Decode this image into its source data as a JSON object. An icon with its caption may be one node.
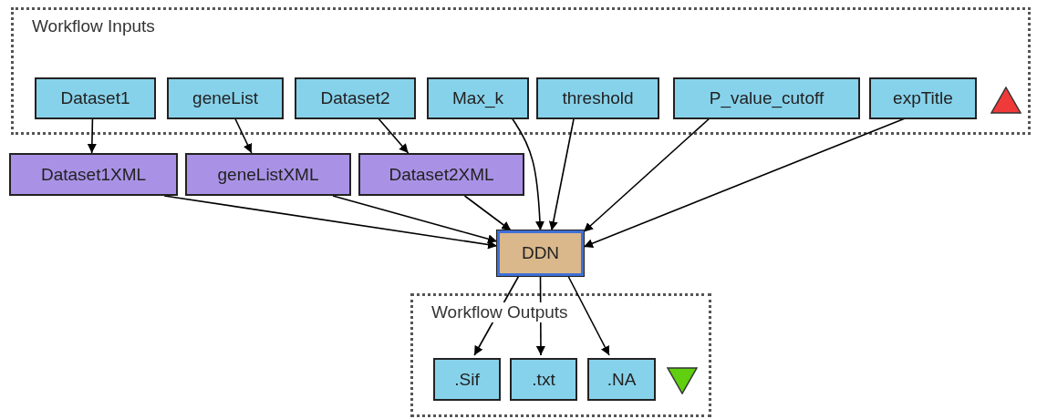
{
  "diagram": {
    "nodes": [
      {
        "text": [
          "Workflow Inputs"
        ]
      },
      {
        "text": [
          "Dataset1"
        ],
        "in": 0
      },
      {
        "text": [
          "geneList"
        ],
        "in": 0
      },
      {
        "text": [
          "Dataset2"
        ],
        "in": 0
      },
      {
        "text": [
          "Max_k"
        ],
        "in": 0
      },
      {
        "text": [
          "threshold"
        ],
        "in": 0
      },
      {
        "text": [
          "P_value_cutoff"
        ],
        "in": 0
      },
      {
        "text": [
          "expTitle"
        ],
        "in": 0
      },
      {
        "text": [
          "Dataset1XML"
        ]
      },
      {
        "text": [
          "geneListXML"
        ]
      },
      {
        "text": [
          "Dataset2XML"
        ]
      },
      {
        "text": [
          "DDN"
        ]
      },
      {
        "text": [
          "Workflow Outputs"
        ]
      },
      {
        "text": [
          ".Sif"
        ],
        "in": 12
      },
      {
        "text": [
          ".txt"
        ],
        "in": 12
      },
      {
        "text": [
          ".NA"
        ],
        "in": 12
      }
    ],
    "edges": [
      {
        "from": 1,
        "to": 8,
        "arrow": "to"
      },
      {
        "from": 2,
        "to": 9,
        "arrow": "to"
      },
      {
        "from": 3,
        "to": 10,
        "arrow": "to"
      },
      {
        "from": 8,
        "to": 11,
        "arrow": "to"
      },
      {
        "from": 9,
        "to": 11,
        "arrow": "to"
      },
      {
        "from": 10,
        "to": 11,
        "arrow": "to"
      },
      {
        "from": 4,
        "to": 11,
        "arrow": "to"
      },
      {
        "from": 5,
        "to": 11,
        "arrow": "to"
      },
      {
        "from": 6,
        "to": 11,
        "arrow": "to"
      },
      {
        "from": 7,
        "to": 11,
        "arrow": "to"
      },
      {
        "from": 11,
        "to": 13,
        "arrow": "to"
      },
      {
        "from": 11,
        "to": 14,
        "arrow": "to"
      },
      {
        "from": 11,
        "to": 15,
        "arrow": "to"
      }
    ]
  }
}
